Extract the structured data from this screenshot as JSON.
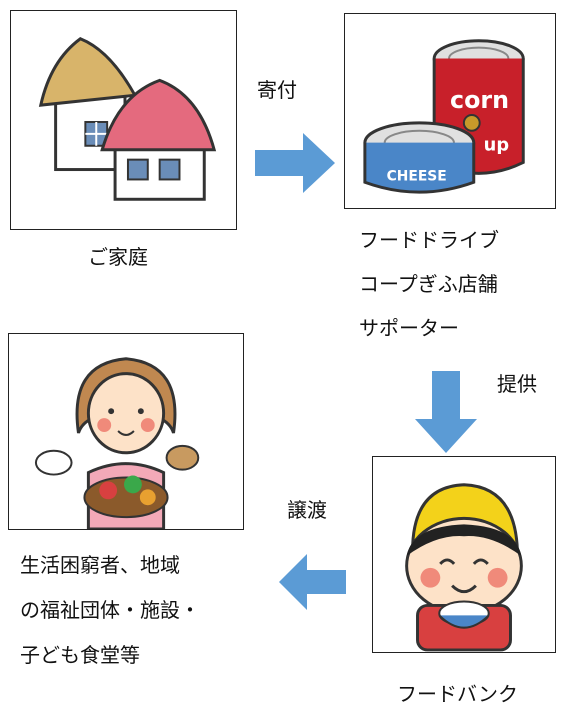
{
  "nodes": {
    "home": {
      "caption": "ご家庭"
    },
    "donor": {
      "lines": [
        "フードドライブ",
        "コープぎふ店舗",
        "サポーター"
      ]
    },
    "bank": {
      "caption": "フードバンク"
    },
    "recipient": {
      "lines": [
        "生活困窮者、地域",
        "の福祉団体・施設・",
        "子ども食堂等"
      ]
    }
  },
  "edges": {
    "home_to_donor": "寄付",
    "donor_to_bank": "提供",
    "bank_to_recipient": "譲渡"
  },
  "can_labels": {
    "corn": "corn",
    "up": "up",
    "cheese": "CHEESE"
  },
  "colors": {
    "arrow": "#5b9bd5"
  }
}
